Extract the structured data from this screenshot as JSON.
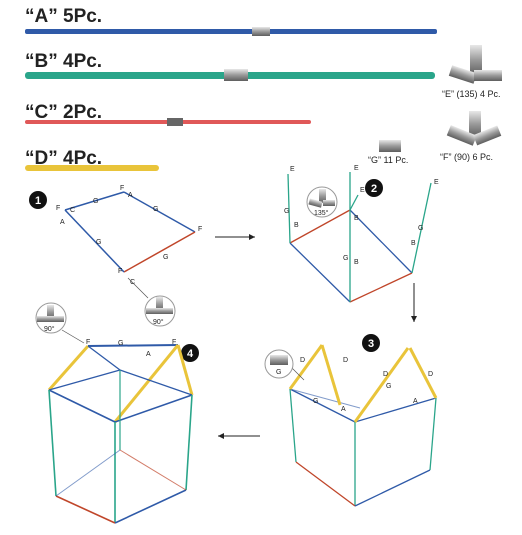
{
  "parts": {
    "A": {
      "label": "“A” 5Pc.",
      "color": "#2f5aa8"
    },
    "B": {
      "label": "“B” 4Pc.",
      "color": "#2aa58a"
    },
    "C": {
      "label": "“C” 2Pc.",
      "color": "#e05858"
    },
    "D": {
      "label": "“D” 4Pc.",
      "color": "#e9c43a"
    }
  },
  "connectors": {
    "E": "“E” (135) 4 Pc.",
    "F": "“F” (90) 6 Pc.",
    "G": "“G” 11 Pc."
  },
  "steps": [
    "1",
    "2",
    "3",
    "4"
  ],
  "angles": {
    "a135": "135°",
    "a90": "90°"
  },
  "letters": {
    "A": "A",
    "B": "B",
    "C": "C",
    "D": "D",
    "E": "E",
    "F": "F",
    "G": "G"
  }
}
